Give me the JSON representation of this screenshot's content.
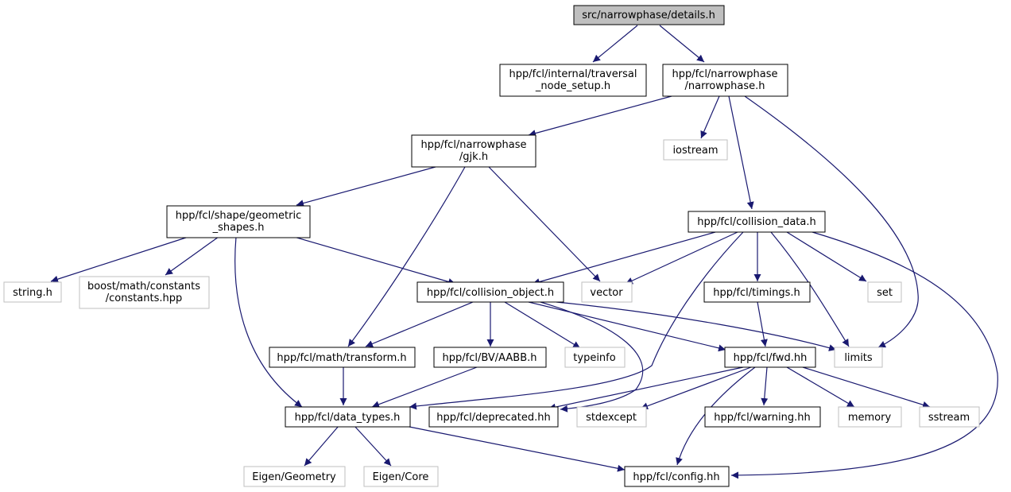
{
  "nodes": {
    "root": [
      "src/narrowphase/details.h"
    ],
    "traversal": [
      "hpp/fcl/internal/traversal",
      "_node_setup.h"
    ],
    "narrowphase": [
      "hpp/fcl/narrowphase",
      "/narrowphase.h"
    ],
    "gjk": [
      "hpp/fcl/narrowphase",
      "/gjk.h"
    ],
    "iostream": [
      "iostream"
    ],
    "geom": [
      "hpp/fcl/shape/geometric",
      "_shapes.h"
    ],
    "coldata": [
      "hpp/fcl/collision_data.h"
    ],
    "string": [
      "string.h"
    ],
    "boost": [
      "boost/math/constants",
      "/constants.hpp"
    ],
    "colobj": [
      "hpp/fcl/collision_object.h"
    ],
    "vector": [
      "vector"
    ],
    "timings": [
      "hpp/fcl/timings.h"
    ],
    "set": [
      "set"
    ],
    "transform": [
      "hpp/fcl/math/transform.h"
    ],
    "aabb": [
      "hpp/fcl/BV/AABB.h"
    ],
    "typeinfo": [
      "typeinfo"
    ],
    "fwd": [
      "hpp/fcl/fwd.hh"
    ],
    "limits": [
      "limits"
    ],
    "datatypes": [
      "hpp/fcl/data_types.h"
    ],
    "deprecated": [
      "hpp/fcl/deprecated.hh"
    ],
    "stdexcept": [
      "stdexcept"
    ],
    "warning": [
      "hpp/fcl/warning.hh"
    ],
    "memory": [
      "memory"
    ],
    "sstream": [
      "sstream"
    ],
    "eigengeom": [
      "Eigen/Geometry"
    ],
    "eigencore": [
      "Eigen/Core"
    ],
    "config": [
      "hpp/fcl/config.hh"
    ]
  },
  "colors": {
    "edge": "#191970",
    "root_fill": "#bfbfbf",
    "external_border": "#bfbfbf",
    "node_border": "#000000"
  }
}
